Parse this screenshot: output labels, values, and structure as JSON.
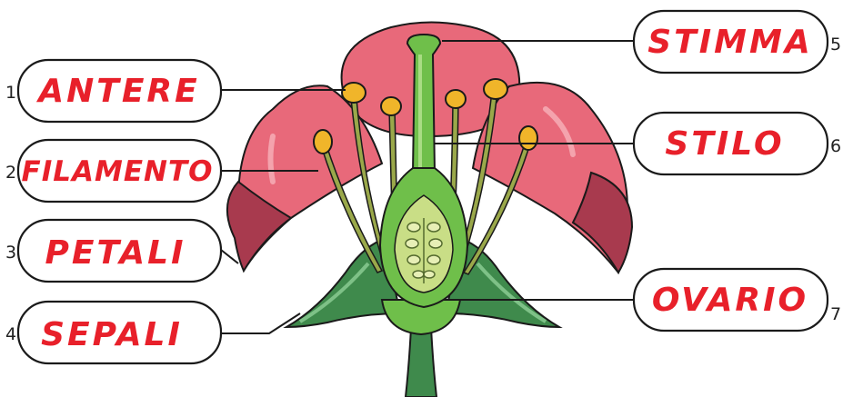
{
  "labels": {
    "antere": {
      "text": "ANTERE",
      "number": "1"
    },
    "filamento": {
      "text": "FILAMENTO",
      "number": "2"
    },
    "petali": {
      "text": "PETALI",
      "number": "3"
    },
    "sepali": {
      "text": "SEPALI",
      "number": "4"
    },
    "stimma": {
      "text": "STIMMA",
      "number": "5"
    },
    "stilo": {
      "text": "STILO",
      "number": "6"
    },
    "ovario": {
      "text": "OVARIO",
      "number": "7"
    }
  },
  "colors": {
    "label_text": "#e8202a",
    "petal": "#e8697a",
    "petal_dark": "#a83a4e",
    "sepal": "#3f8a4c",
    "pistil": "#6fbf4a",
    "ovary_inner": "#c9de86",
    "anther": "#f0b52a",
    "filament": "#9aa84a"
  }
}
